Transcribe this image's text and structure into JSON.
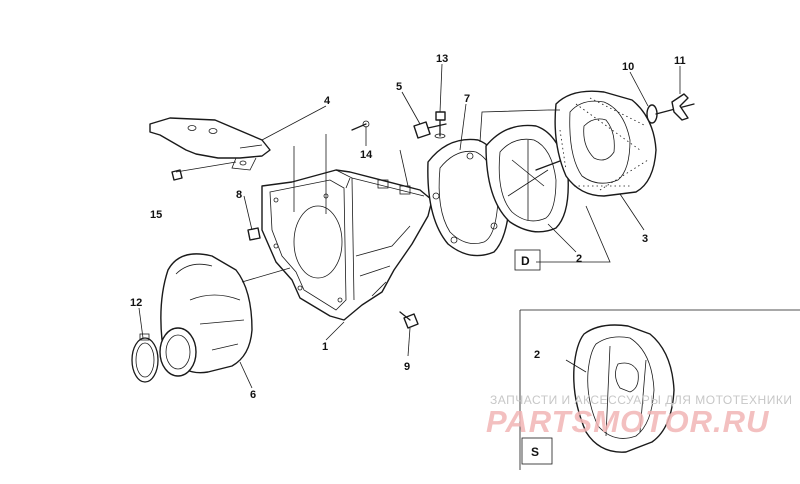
{
  "diagram": {
    "part_labels": [
      "1",
      "2",
      "3",
      "4",
      "5",
      "6",
      "7",
      "8",
      "9",
      "10",
      "11",
      "12",
      "13",
      "14",
      "15"
    ],
    "detail_label_d": "D",
    "detail_label_s": "S",
    "detail_part_label": "2"
  },
  "watermark": {
    "tagline": "ЗАПЧАСТИ И АКСЕССУАРЫ ДЛЯ МОТОТЕХНИКИ",
    "brand": "PARTSMOTOR.RU"
  },
  "colors": {
    "line": "#1a1a1a",
    "watermark_text": "#c7c7c7",
    "watermark_brand": "#f2b6b6"
  }
}
